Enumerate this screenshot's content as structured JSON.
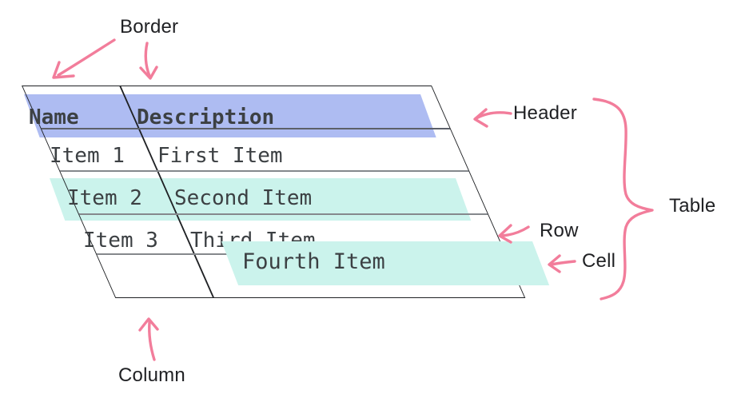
{
  "table": {
    "headers": [
      "Name",
      "Description"
    ],
    "rows": [
      {
        "name": "Item 1",
        "description": "First Item"
      },
      {
        "name": "Item 2",
        "description": "Second Item"
      },
      {
        "name": "Item 3",
        "description": "Third Item"
      },
      {
        "name": "",
        "description": "Fourth Item"
      }
    ]
  },
  "annotations": {
    "border": "Border",
    "header": "Header",
    "table": "Table",
    "row": "Row",
    "cell": "Cell",
    "column": "Column"
  },
  "colors": {
    "header-highlight": "#aebcf2",
    "row-highlight": "#cbf3ec",
    "cell-highlight": "#cbf3ec",
    "annotation-pink": "#f27d9b",
    "table-text": "#3c4043",
    "label-text": "#202124",
    "border-line": "#1f2124",
    "grid-line": "#85888c",
    "header-sep-line": "#5c6069"
  }
}
